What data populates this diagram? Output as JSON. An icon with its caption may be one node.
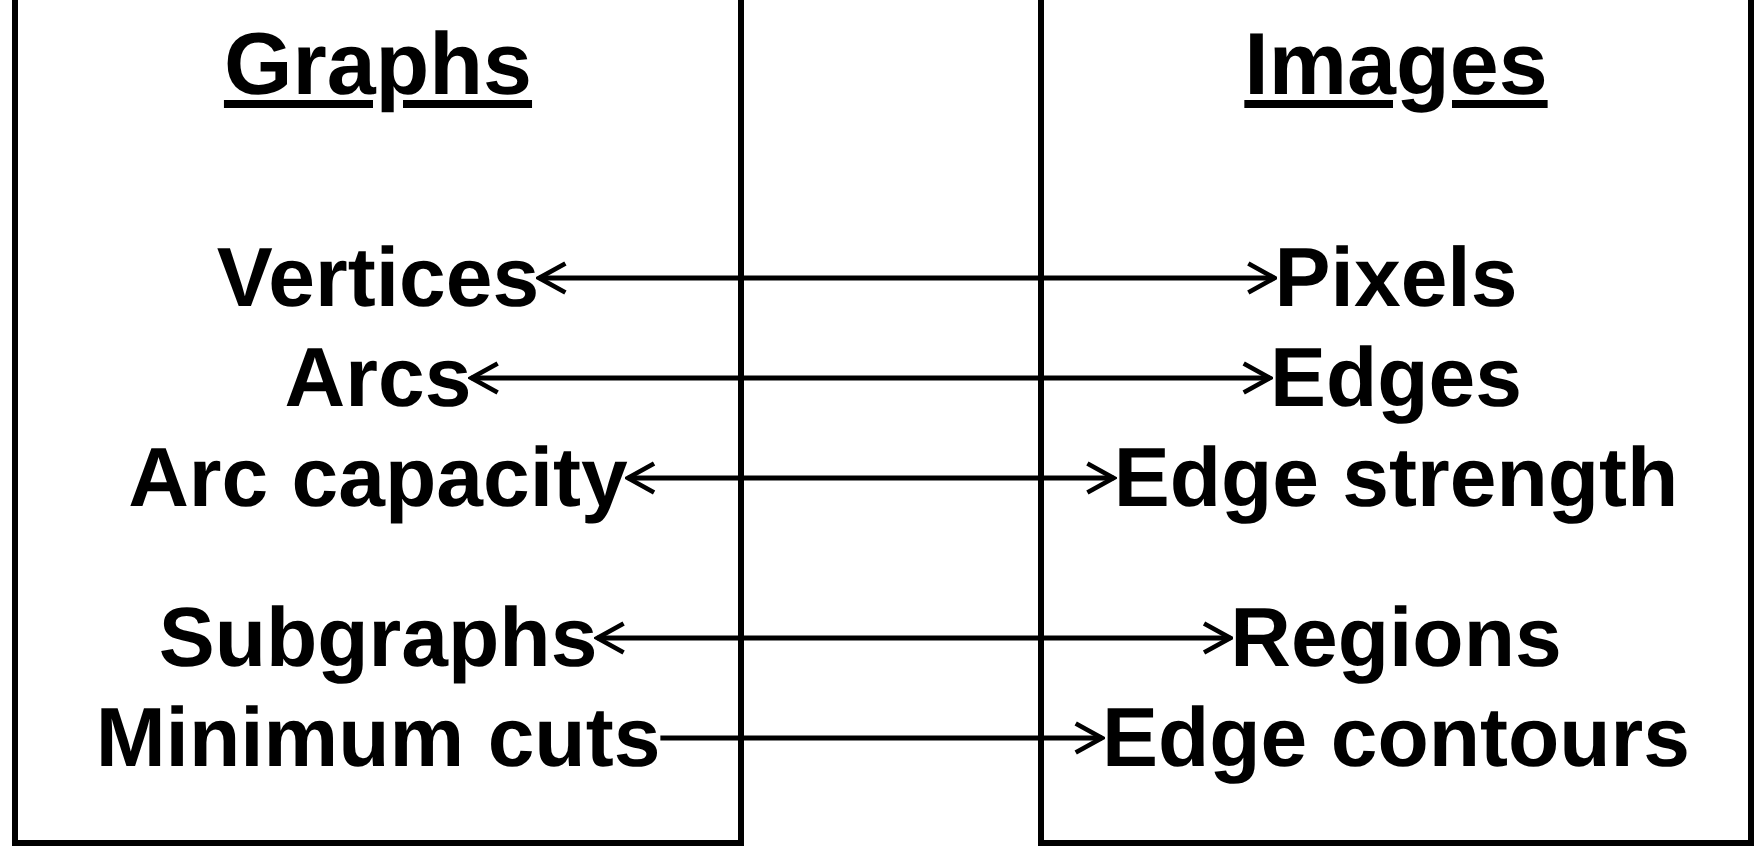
{
  "diagram": {
    "nodes": [
      {
        "text": [
          "Graphs"
        ]
      },
      {
        "text": [
          "Vertices"
        ],
        "in": 0
      },
      {
        "text": [
          "Arcs"
        ],
        "in": 0
      },
      {
        "text": [
          "Arc capacity"
        ],
        "in": 0
      },
      {
        "text": [
          "Subgraphs"
        ],
        "in": 0
      },
      {
        "text": [
          "Minimum cuts"
        ],
        "in": 0
      },
      {
        "text": [
          "Images"
        ]
      },
      {
        "text": [
          "Pixels"
        ],
        "in": 6
      },
      {
        "text": [
          "Edges"
        ],
        "in": 6
      },
      {
        "text": [
          "Edge strength"
        ],
        "in": 6
      },
      {
        "text": [
          "Regions"
        ],
        "in": 6
      },
      {
        "text": [
          "Edge contours"
        ],
        "in": 6
      }
    ],
    "edges": [
      {
        "from": 1,
        "to": 7,
        "arrow": "both"
      },
      {
        "from": 2,
        "to": 8,
        "arrow": "both"
      },
      {
        "from": 3,
        "to": 9,
        "arrow": "both"
      },
      {
        "from": 4,
        "to": 10,
        "arrow": "both"
      },
      {
        "from": 5,
        "to": 11,
        "arrow": "to"
      }
    ]
  }
}
